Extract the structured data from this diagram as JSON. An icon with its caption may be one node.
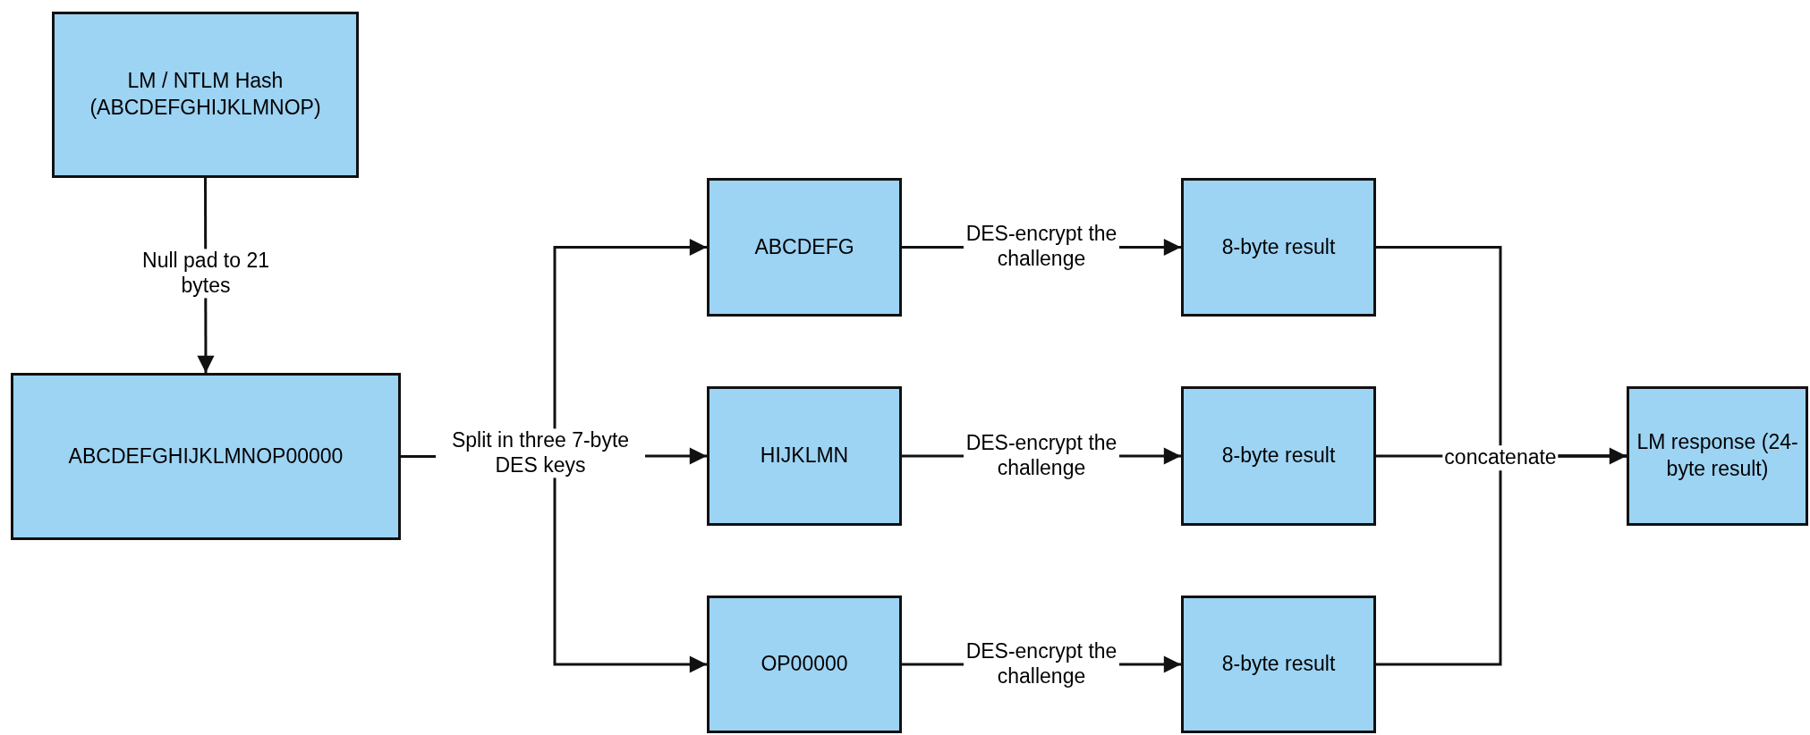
{
  "diagram": {
    "nodes": [
      {
        "text": [
          "LM / NTLM Hash (ABCDEFGHIJKLMNOP)"
        ]
      },
      {
        "text": [
          "ABCDEFGHIJKLMNOP00000"
        ]
      },
      {
        "text": [
          "ABCDEFG"
        ]
      },
      {
        "text": [
          "HIJKLMN"
        ]
      },
      {
        "text": [
          "OP00000"
        ]
      },
      {
        "text": [
          "8-byte result"
        ]
      },
      {
        "text": [
          "8-byte result"
        ]
      },
      {
        "text": [
          "8-byte result"
        ]
      },
      {
        "text": [
          "LM response (24-byte result)"
        ]
      }
    ],
    "edges": [
      {
        "from": 0,
        "to": 1,
        "arrow": "to",
        "label": "Null pad to 21 bytes"
      },
      {
        "from": 1,
        "to": 2,
        "arrow": "to"
      },
      {
        "from": 1,
        "to": 3,
        "arrow": "to",
        "label": "Split in three 7-byte DES keys"
      },
      {
        "from": 1,
        "to": 4,
        "arrow": "to"
      },
      {
        "from": 2,
        "to": 5,
        "arrow": "to",
        "label": "DES-encrypt the challenge"
      },
      {
        "from": 3,
        "to": 6,
        "arrow": "to",
        "label": "DES-encrypt the challenge"
      },
      {
        "from": 4,
        "to": 7,
        "arrow": "to",
        "label": "DES-encrypt the challenge"
      },
      {
        "from": 5,
        "to": 8,
        "arrow": "none"
      },
      {
        "from": 6,
        "to": 8,
        "arrow": "to",
        "label": "concatenate"
      },
      {
        "from": 7,
        "to": 8,
        "arrow": "none"
      }
    ]
  }
}
